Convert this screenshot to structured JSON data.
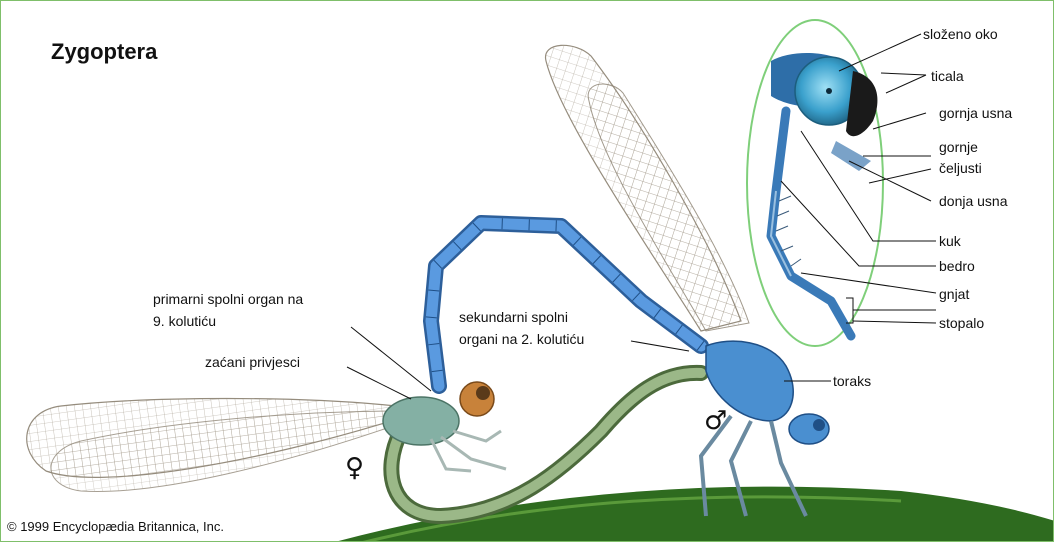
{
  "title": "Zygoptera",
  "copyright": "© 1999 Encyclopædia Britannica, Inc.",
  "labels": {
    "slozeno_oko": "složeno oko",
    "ticala": "ticala",
    "gornja_usna": "gornja usna",
    "gornje_celjusti_1": "gornje",
    "gornje_celjusti_2": "čeljusti",
    "donja_usna": "donja usna",
    "kuk": "kuk",
    "bedro": "bedro",
    "gnjat": "gnjat",
    "stopalo": "stopalo",
    "toraks": "toraks",
    "primarni_1": "primarni spolni organ na",
    "primarni_2": "9. kolutiću",
    "sekundarni_1": "sekundarni spolni",
    "sekundarni_2": "organi na 2. kolutiću",
    "zacani": "zaćani privjesci"
  },
  "symbols": {
    "female": "♀",
    "male": "♂"
  },
  "colors": {
    "male_body": "#4a8fd0",
    "female_body": "#7aa898",
    "female_head": "#c8823a",
    "eye": "#4ab0d8",
    "wing_vein": "#8a8070",
    "ground": "#2e6b1f",
    "oval": "#7fcf7a",
    "legs": "#7a9a9a"
  }
}
